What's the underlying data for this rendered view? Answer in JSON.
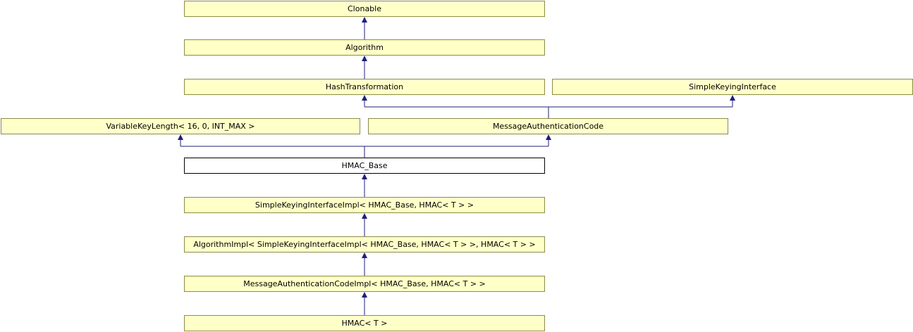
{
  "diagram": {
    "nodes": [
      {
        "id": "clonable",
        "label": "Clonable"
      },
      {
        "id": "algorithm",
        "label": "Algorithm"
      },
      {
        "id": "hash-transformation",
        "label": "HashTransformation"
      },
      {
        "id": "simple-keying-interface",
        "label": "SimpleKeyingInterface"
      },
      {
        "id": "variable-key-length",
        "label": "VariableKeyLength< 16, 0, INT_MAX >"
      },
      {
        "id": "message-authentication-code",
        "label": "MessageAuthenticationCode"
      },
      {
        "id": "hmac-base",
        "label": "HMAC_Base"
      },
      {
        "id": "simple-keying-interface-impl",
        "label": "SimpleKeyingInterfaceImpl< HMAC_Base, HMAC< T > >"
      },
      {
        "id": "algorithm-impl",
        "label": "AlgorithmImpl< SimpleKeyingInterfaceImpl< HMAC_Base, HMAC< T > >, HMAC< T > >"
      },
      {
        "id": "message-authentication-code-impl",
        "label": "MessageAuthenticationCodeImpl< HMAC_Base, HMAC< T > >"
      },
      {
        "id": "hmac-t",
        "label": "HMAC< T >"
      }
    ],
    "edges": [
      {
        "from": "algorithm",
        "to": "clonable"
      },
      {
        "from": "hash-transformation",
        "to": "algorithm"
      },
      {
        "from": "message-authentication-code",
        "to": "hash-transformation"
      },
      {
        "from": "message-authentication-code",
        "to": "simple-keying-interface"
      },
      {
        "from": "hmac-base",
        "to": "variable-key-length"
      },
      {
        "from": "hmac-base",
        "to": "message-authentication-code"
      },
      {
        "from": "simple-keying-interface-impl",
        "to": "hmac-base"
      },
      {
        "from": "algorithm-impl",
        "to": "simple-keying-interface-impl"
      },
      {
        "from": "message-authentication-code-impl",
        "to": "algorithm-impl"
      },
      {
        "from": "hmac-t",
        "to": "message-authentication-code-impl"
      }
    ],
    "colors": {
      "node_fill": "#ffffc8",
      "node_border": "#8c8c4a",
      "current_node_fill": "#ffffff",
      "edge": "#1f1f7a"
    }
  }
}
